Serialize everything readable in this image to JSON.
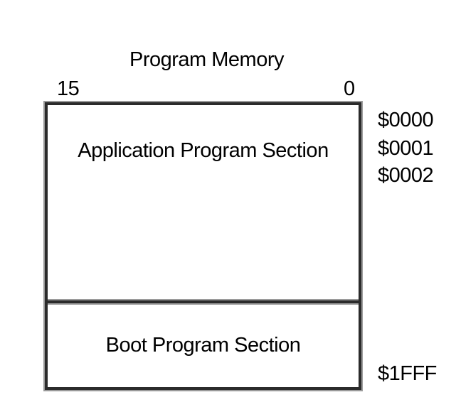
{
  "title": "Program Memory",
  "bit_range": {
    "high": "15",
    "low": "0"
  },
  "sections": {
    "application": "Application Program Section",
    "boot": "Boot Program Section"
  },
  "addresses": [
    "$0000",
    "$0001",
    "$0002",
    "$1FFF"
  ],
  "colors": {
    "border": "#2b2b2b",
    "border_shadow": "#9a9a9a",
    "text": "#000000",
    "background": "#ffffff"
  }
}
